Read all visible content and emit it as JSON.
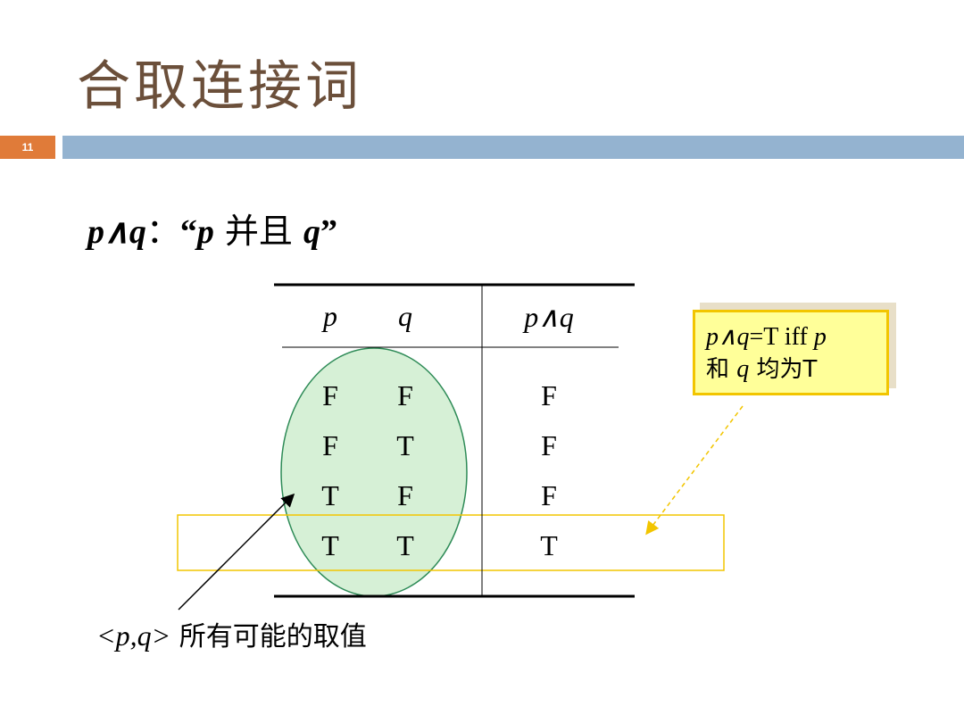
{
  "slide": {
    "title": "合取连接词",
    "number": "11"
  },
  "heading": {
    "expr": "p∧q",
    "colon": "：",
    "open_quote": "“",
    "p": "p",
    "and_word": " 并且 ",
    "q": "q",
    "close_quote": "”"
  },
  "table": {
    "headers": [
      "p",
      "q",
      "p∧q"
    ],
    "rows": [
      [
        "F",
        "F",
        "F"
      ],
      [
        "F",
        "T",
        "F"
      ],
      [
        "T",
        "F",
        "F"
      ],
      [
        "T",
        "T",
        "T"
      ]
    ]
  },
  "note": {
    "expr": "p∧q",
    "eq": "=T iff ",
    "p": "p",
    "line2_a": "和 ",
    "q": "q",
    "line2_b": " 均为T"
  },
  "caption": {
    "pair": "<p,q>",
    "text": " 所有可能的取值"
  },
  "colors": {
    "title": "#6b4f3a",
    "slide_number_bg": "#e07b39",
    "title_bar": "#94b3d0",
    "ellipse_fill": "#d6f0d6",
    "ellipse_stroke": "#2e8b57",
    "highlight_row_border": "#f2c500",
    "note_bg": "#ffff99",
    "note_border": "#f2c500"
  }
}
